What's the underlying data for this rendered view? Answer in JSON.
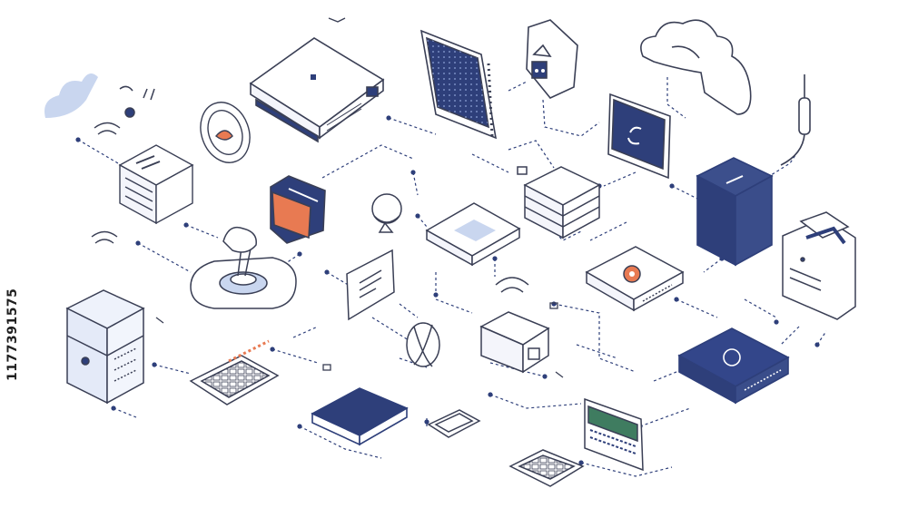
{
  "stock_id": "1177391575",
  "palette": {
    "navy": "#2e3f7a",
    "stroke": "#3a3f55",
    "orange": "#e87a52",
    "screen_green": "#3f7c60",
    "cloud_light": "#c9d6ef",
    "line_dots": "#2e3f7a"
  },
  "devices": [
    "server-appliance",
    "solar-panel-display",
    "smart-plug",
    "cloud",
    "antenna",
    "network-switch-box",
    "nfc-tag",
    "settings-tablet",
    "media-card",
    "dome-camera",
    "router-stack",
    "wifi-hub",
    "nas-tower",
    "printer",
    "iot-controller",
    "monitor",
    "storage-rack",
    "speaker-puck",
    "smart-plug-cube",
    "security-router",
    "keyboard",
    "tablet-device",
    "smart-watch",
    "sensor-pad",
    "pos-terminal",
    "mini-keyboard"
  ]
}
